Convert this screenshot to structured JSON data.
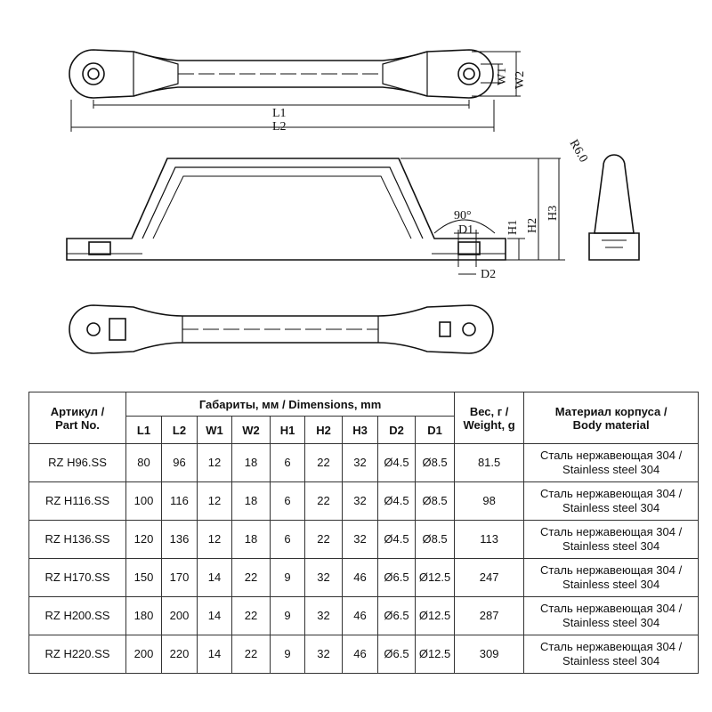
{
  "drawing": {
    "labels": {
      "L1": "L1",
      "L2": "L2",
      "W1": "W1",
      "W2": "W2",
      "R": "R6.0",
      "angle": "90°",
      "D1": "D1",
      "D2": "D2",
      "H1": "H1",
      "H2": "H2",
      "H3": "H3"
    }
  },
  "table": {
    "part_header": [
      "Артикул /",
      "Part No."
    ],
    "dimensions_header": "Габариты, мм / Dimensions, mm",
    "weight_header": [
      "Вес, г /",
      "Weight, g"
    ],
    "material_header": [
      "Материал корпуса /",
      "Body material"
    ],
    "dim_columns": [
      "L1",
      "L2",
      "W1",
      "W2",
      "H1",
      "H2",
      "H3",
      "D2",
      "D1"
    ],
    "rows": [
      {
        "part": "RZ H96.SS",
        "dims": [
          "80",
          "96",
          "12",
          "18",
          "6",
          "22",
          "32",
          "Ø4.5",
          "Ø8.5"
        ],
        "weight": "81.5",
        "material": [
          "Сталь нержавеющая 304 /",
          "Stainless steel 304"
        ]
      },
      {
        "part": "RZ H116.SS",
        "dims": [
          "100",
          "116",
          "12",
          "18",
          "6",
          "22",
          "32",
          "Ø4.5",
          "Ø8.5"
        ],
        "weight": "98",
        "material": [
          "Сталь нержавеющая 304 /",
          "Stainless steel 304"
        ]
      },
      {
        "part": "RZ H136.SS",
        "dims": [
          "120",
          "136",
          "12",
          "18",
          "6",
          "22",
          "32",
          "Ø4.5",
          "Ø8.5"
        ],
        "weight": "113",
        "material": [
          "Сталь нержавеющая 304 /",
          "Stainless steel 304"
        ]
      },
      {
        "part": "RZ H170.SS",
        "dims": [
          "150",
          "170",
          "14",
          "22",
          "9",
          "32",
          "46",
          "Ø6.5",
          "Ø12.5"
        ],
        "weight": "247",
        "material": [
          "Сталь нержавеющая 304 /",
          "Stainless steel 304"
        ]
      },
      {
        "part": "RZ H200.SS",
        "dims": [
          "180",
          "200",
          "14",
          "22",
          "9",
          "32",
          "46",
          "Ø6.5",
          "Ø12.5"
        ],
        "weight": "287",
        "material": [
          "Сталь нержавеющая 304 /",
          "Stainless steel 304"
        ]
      },
      {
        "part": "RZ H220.SS",
        "dims": [
          "200",
          "220",
          "14",
          "22",
          "9",
          "32",
          "46",
          "Ø6.5",
          "Ø12.5"
        ],
        "weight": "309",
        "material": [
          "Сталь нержавеющая 304 /",
          "Stainless steel 304"
        ]
      }
    ]
  }
}
